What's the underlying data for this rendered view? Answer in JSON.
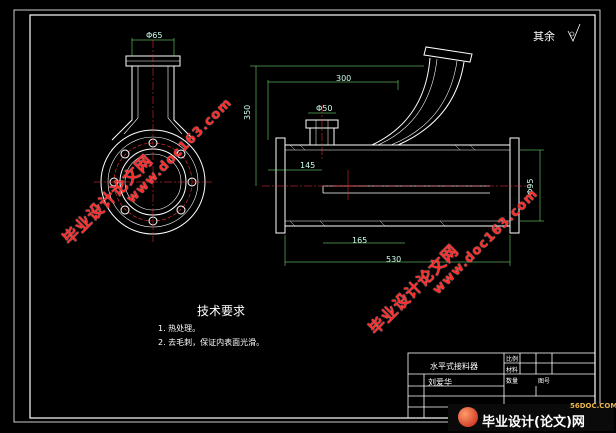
{
  "drawing": {
    "roughness_note": "其余",
    "dims": {
      "top_flange_width": "Φ65",
      "length_300": "300",
      "height_350": "350",
      "small_pipe_width": "Φ50",
      "dim_145": "145",
      "dim_165": "165",
      "total_length": "530",
      "pipe_dia": "Φ95"
    }
  },
  "requirements": {
    "title": "技术要求",
    "items": [
      "1. 热处理。",
      "2. 去毛刺，保证内表面光滑。"
    ]
  },
  "title_block": {
    "part_name": "水平式接料器",
    "designer": "刘爱华",
    "code1": "比例",
    "code2": "材料",
    "code3": "数量",
    "code4": "图号"
  },
  "watermarks": {
    "text1": "毕业设计论文网",
    "site1": "www.doc163.com"
  },
  "brand": {
    "site": "56DOC.COM",
    "name": "毕业设计(论文)网"
  }
}
